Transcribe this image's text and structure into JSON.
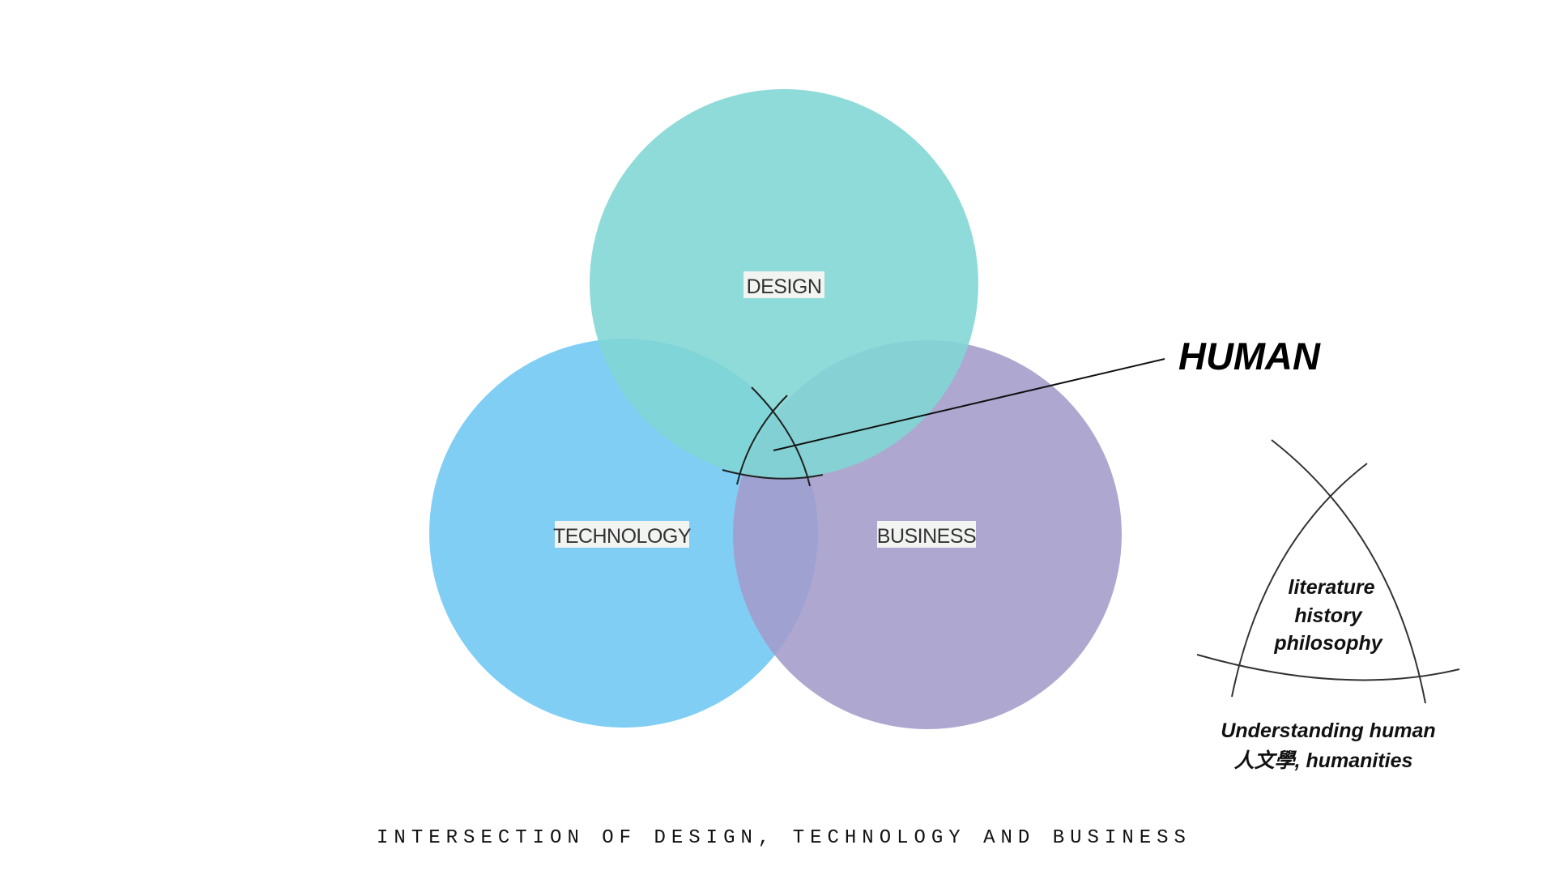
{
  "diagram": {
    "circles": [
      {
        "id": "design",
        "label": "DESIGN",
        "color": "#7fd6d4"
      },
      {
        "id": "technology",
        "label": "TECHNOLOGY",
        "color": "#6fc7f3"
      },
      {
        "id": "business",
        "label": "BUSINESS",
        "color": "#a39ccb"
      }
    ],
    "center_label": "HUMAN",
    "humanities_items": [
      "literature",
      "history",
      "philosophy"
    ],
    "humanities_caption_line1": "Understanding human",
    "humanities_caption_line2": "人文學, humanities",
    "caption": "INTERSECTION OF DESIGN, TECHNOLOGY AND BUSINESS"
  }
}
